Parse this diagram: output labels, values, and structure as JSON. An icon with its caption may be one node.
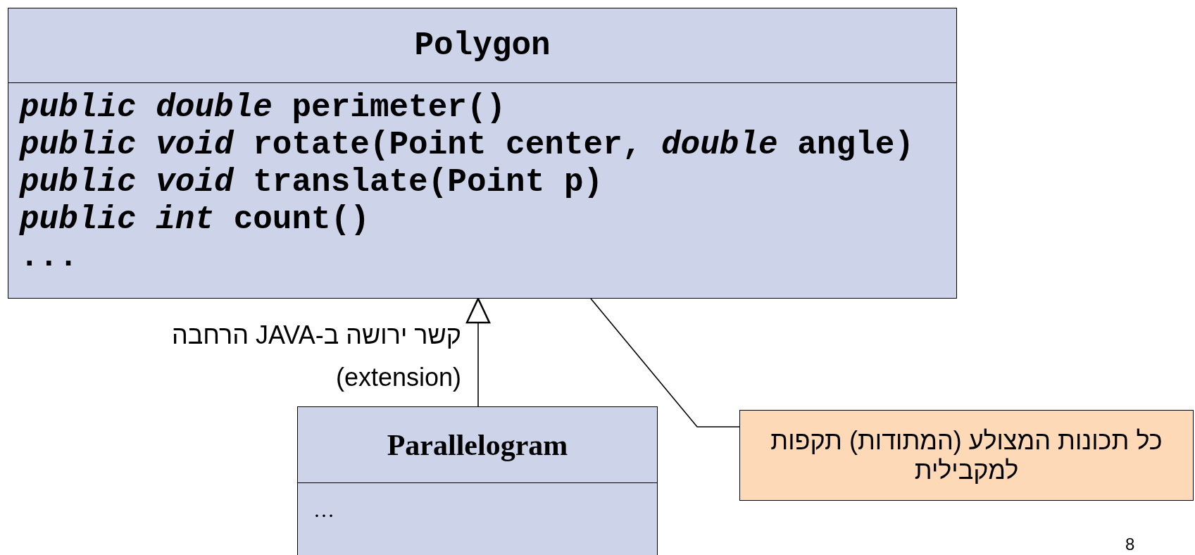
{
  "diagram": {
    "nodes": [
      {
        "text": [
          "Polygon",
          "*public double* perimeter()",
          "*public void* rotate(Point center, *double* angle)",
          "*public void* translate(Point p)",
          "*public int* count()",
          "..."
        ]
      },
      {
        "text": [
          "Parallelogram",
          "…"
        ]
      },
      {
        "text": [
          "כל תכונות המצולע (המתודות) תקפות למקבילית"
        ]
      }
    ],
    "edges": [
      {
        "from": 1,
        "to": 0,
        "arrow": "to",
        "label": "קשר ירושה ב-JAVA הרחבה (extension)"
      },
      {
        "from": 2,
        "to": 0,
        "arrow": "none"
      }
    ],
    "labels": [
      "8"
    ]
  }
}
